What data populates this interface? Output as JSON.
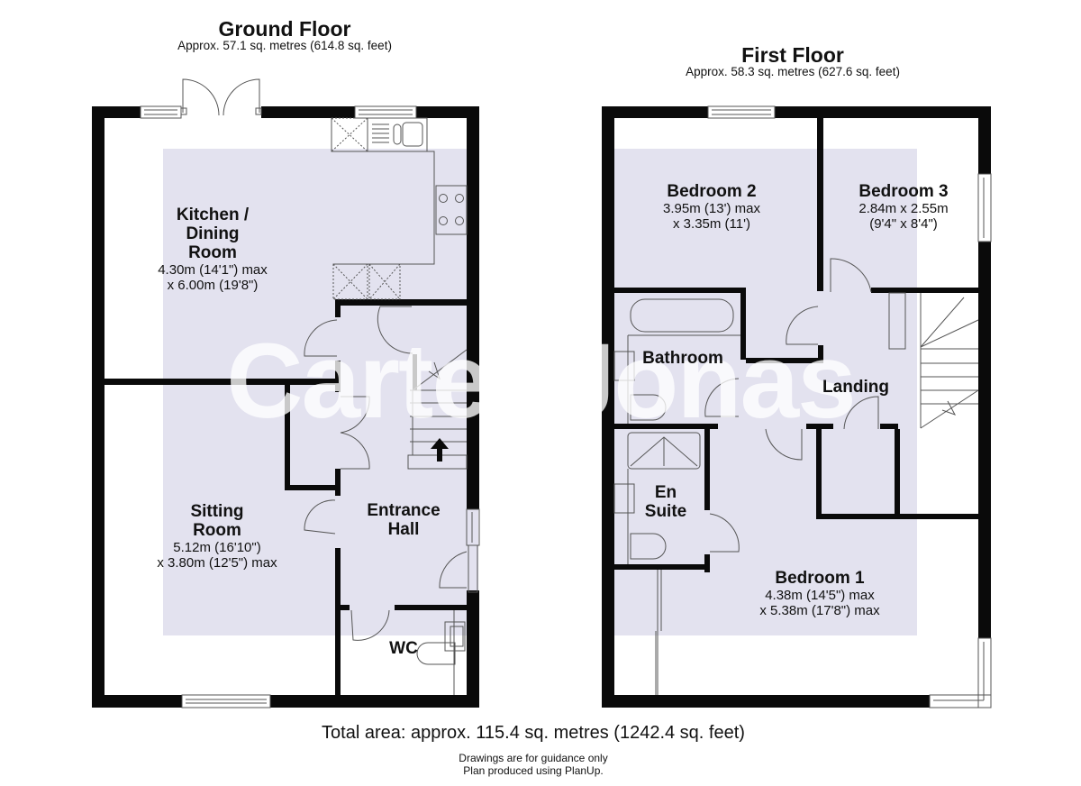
{
  "colors": {
    "wall": "#0a0a0a",
    "room_tint": "#e3e2ef",
    "fixture_line": "#555555",
    "watermark": "#ffffff"
  },
  "watermark": "Carter Jonas",
  "ground_floor": {
    "title": "Ground Floor",
    "area": "Approx. 57.1 sq. metres (614.8 sq. feet)",
    "rooms": [
      {
        "name_lines": [
          "Kitchen /",
          "Dining",
          "Room"
        ],
        "dims": [
          "4.30m (14'1\") max",
          "x 6.00m (19'8\")"
        ]
      },
      {
        "name_lines": [
          "Sitting",
          "Room"
        ],
        "dims": [
          "5.12m (16'10\")",
          "x 3.80m (12'5\") max"
        ]
      },
      {
        "name_lines": [
          "Entrance",
          "Hall"
        ],
        "dims": []
      },
      {
        "name_lines": [
          "WC"
        ],
        "dims": []
      }
    ]
  },
  "first_floor": {
    "title": "First Floor",
    "area": "Approx. 58.3 sq. metres (627.6 sq. feet)",
    "rooms": [
      {
        "name_lines": [
          "Bedroom 2"
        ],
        "dims": [
          "3.95m (13') max",
          "x 3.35m (11')"
        ]
      },
      {
        "name_lines": [
          "Bedroom 3"
        ],
        "dims": [
          "2.84m x 2.55m",
          "(9'4\" x 8'4\")"
        ]
      },
      {
        "name_lines": [
          "Bathroom"
        ],
        "dims": []
      },
      {
        "name_lines": [
          "Landing"
        ],
        "dims": []
      },
      {
        "name_lines": [
          "En",
          "Suite"
        ],
        "dims": []
      },
      {
        "name_lines": [
          "Bedroom 1"
        ],
        "dims": [
          "4.38m (14'5\") max",
          "x 5.38m (17'8\") max"
        ]
      }
    ]
  },
  "footer": {
    "total": "Total area: approx. 115.4 sq. metres (1242.4 sq. feet)",
    "note1": "Drawings are for guidance only",
    "note2": "Plan produced using PlanUp."
  },
  "icons": {
    "stairs_arrow": "up-arrow"
  }
}
